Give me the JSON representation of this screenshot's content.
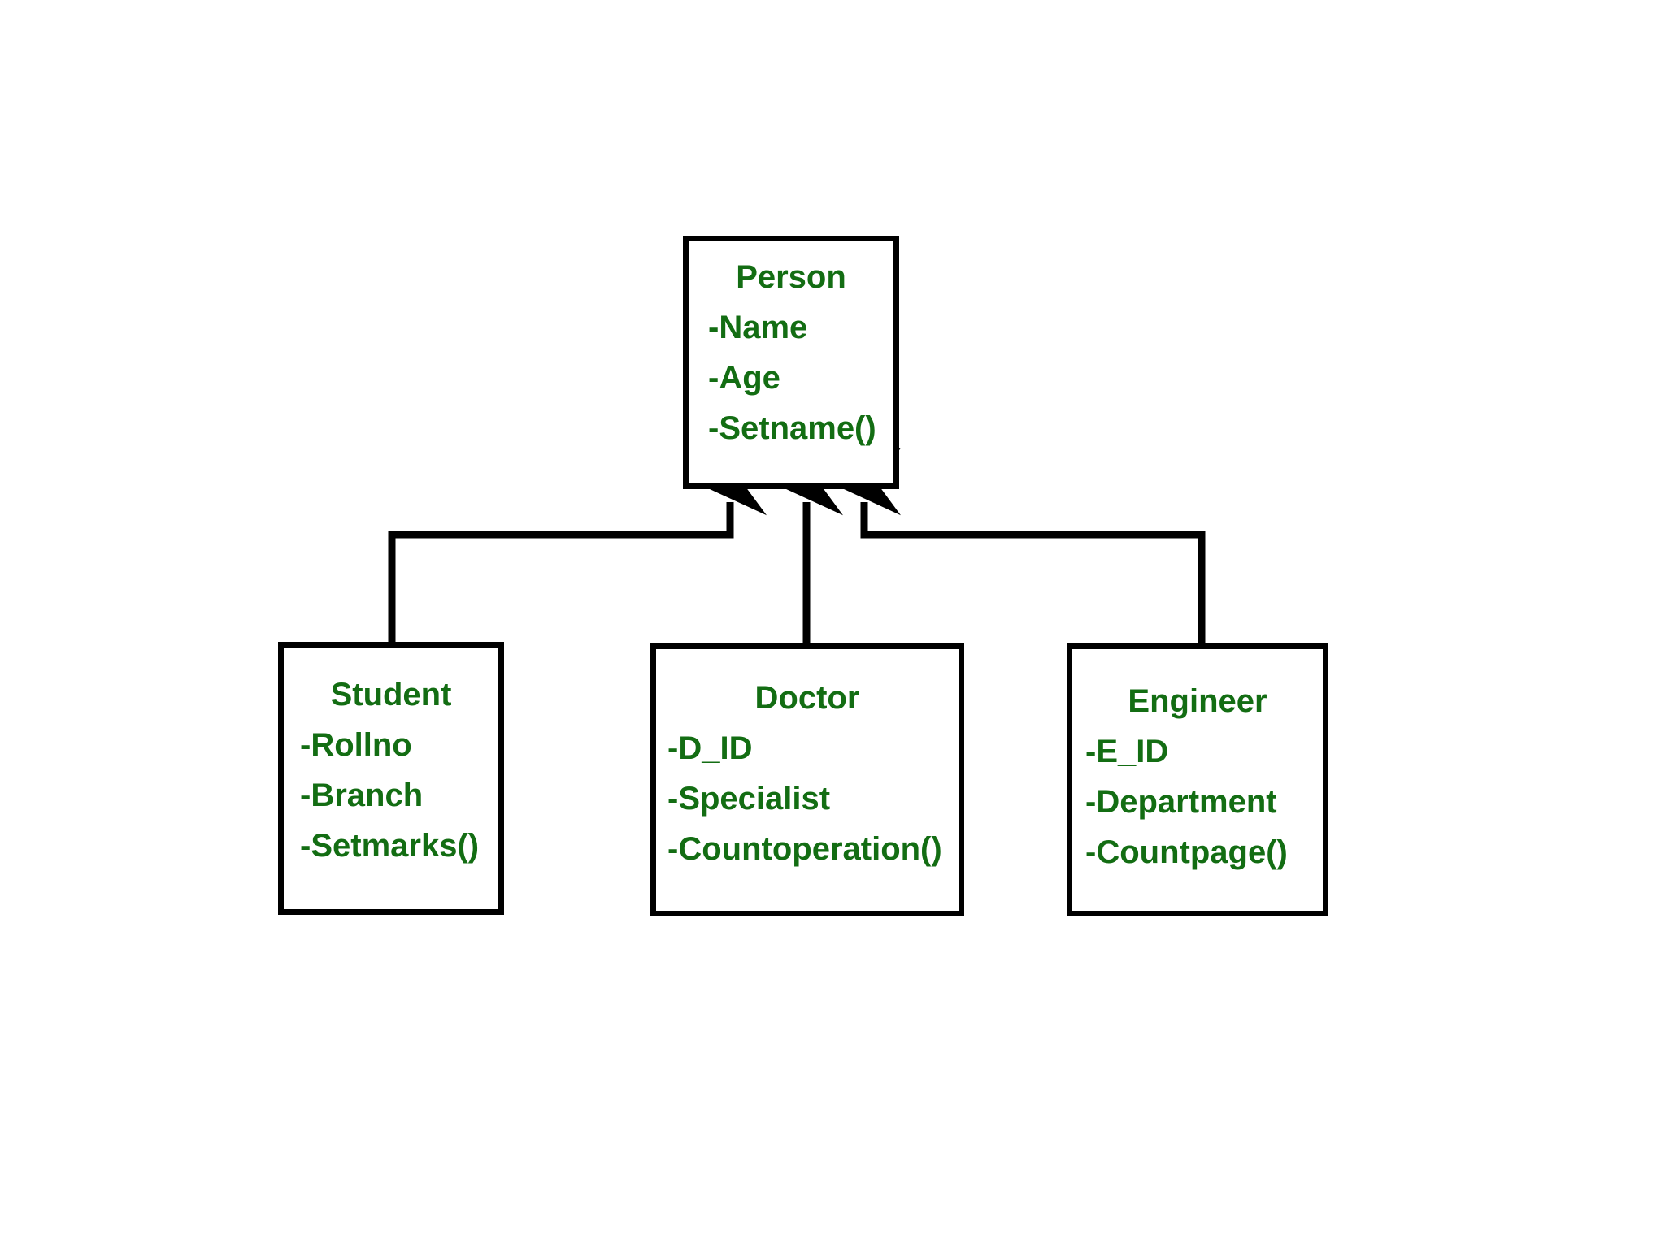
{
  "diagram": {
    "type": "uml-class-diagram",
    "title": "Inheritance (Hierarchical) Class Diagram",
    "colors": {
      "text": "#136d13",
      "border": "#000000",
      "background": "#ffffff",
      "connector": "#000000"
    },
    "relationship": "generalization",
    "arrow_style": "solid-filled-arrowhead-pointing-to-superclass"
  },
  "classes": {
    "person": {
      "name": "Person",
      "members": [
        "-Name",
        "-Age",
        "-Setname()"
      ]
    },
    "student": {
      "name": "Student",
      "members": [
        "-Rollno",
        "-Branch",
        "-Setmarks()"
      ]
    },
    "doctor": {
      "name": "Doctor",
      "members": [
        "-D_ID",
        "-Specialist",
        "-Countoperation()"
      ]
    },
    "engineer": {
      "name": "Engineer",
      "members": [
        "-E_ID",
        "-Department",
        "-Countpage()"
      ]
    }
  },
  "connections": [
    {
      "from": "student",
      "to": "person",
      "kind": "generalization"
    },
    {
      "from": "doctor",
      "to": "person",
      "kind": "generalization"
    },
    {
      "from": "engineer",
      "to": "person",
      "kind": "generalization"
    }
  ]
}
